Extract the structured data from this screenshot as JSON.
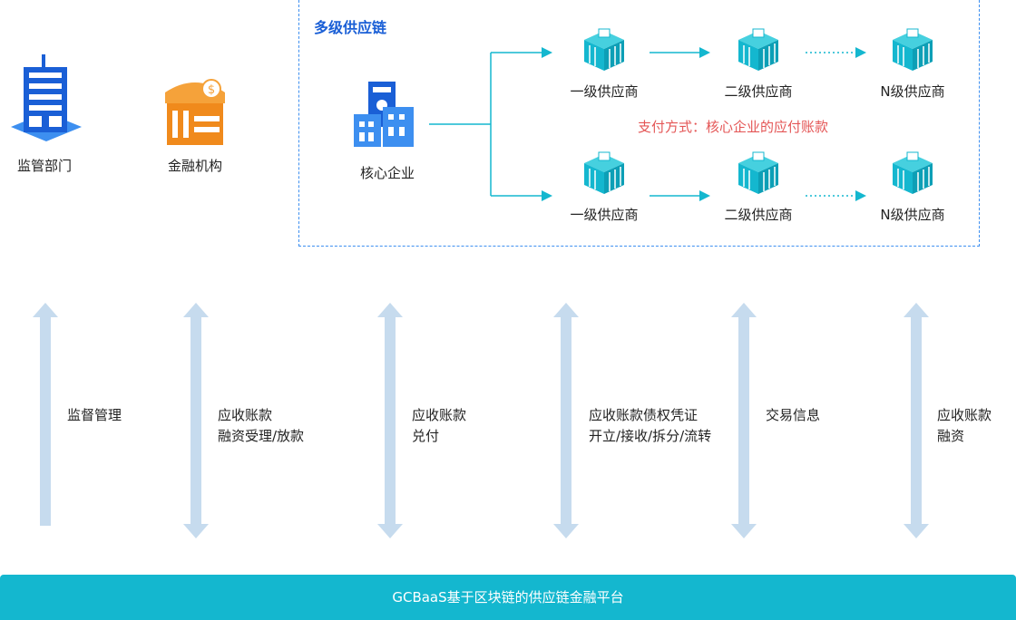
{
  "entities": {
    "regulator": "监管部门",
    "financial": "金融机构",
    "core": "核心企业"
  },
  "supply_chain": {
    "title": "多级供应链",
    "payment": "支付方式：核心企业的应付账款",
    "row1": [
      "一级供应商",
      "二级供应商",
      "N级供应商"
    ],
    "row2": [
      "一级供应商",
      "二级供应商",
      "N级供应商"
    ]
  },
  "flows": [
    {
      "line1": "监督管理",
      "line2": ""
    },
    {
      "line1": "应收账款",
      "line2": "融资受理/放款"
    },
    {
      "line1": "应收账款",
      "line2": "兑付"
    },
    {
      "line1": "应收账款债权凭证",
      "line2": "开立/接收/拆分/流转"
    },
    {
      "line1": "交易信息",
      "line2": ""
    },
    {
      "line1": "应收账款",
      "line2": "融资"
    }
  ],
  "platform": "GCBaaS基于区块链的供应链金融平台",
  "colors": {
    "accent_blue": "#1a5fd6",
    "teal": "#14b7cf",
    "orange": "#f5a23a",
    "red_text": "#e45656",
    "arrow_fill": "#c6dbee"
  }
}
